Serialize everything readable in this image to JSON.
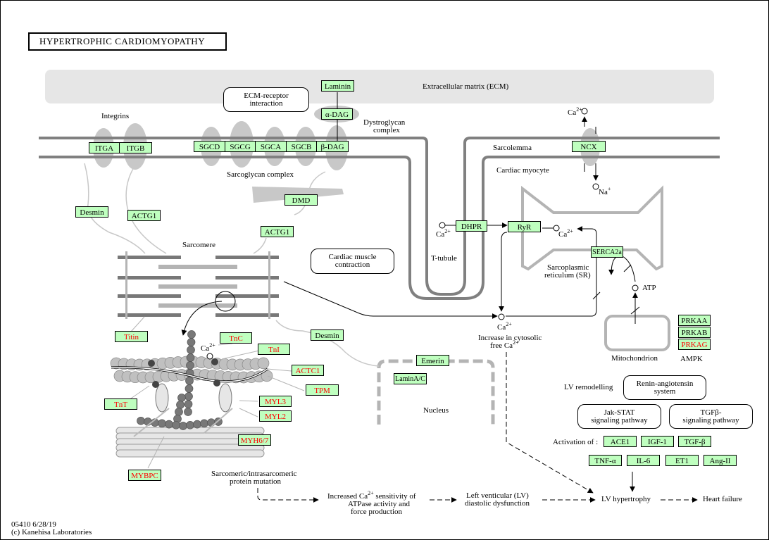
{
  "title": "HYPERTROPHIC CARDIOMYOPATHY",
  "footer": {
    "map_id": "05410 6/28/19",
    "copyright": "(c) Kanehisa Laboratories"
  },
  "compartments": {
    "ecm": "Extracellular matrix (ECM)",
    "integrins": "Integrins",
    "dystroglycan_line1": "Dystroglycan",
    "dystroglycan_line2": "complex",
    "sarcoglycan": "Sarcoglycan complex",
    "sarcolemma": "Sarcolemma",
    "cardiac_myocyte": "Cardiac myocyte",
    "sarcomere": "Sarcomere",
    "t_tubule": "T-tubule",
    "sr_line1": "Sarcoplasmic",
    "sr_line2": "reticulum (SR)",
    "mitochondrion": "Mitochondrion",
    "ampk": "AMPK",
    "nucleus": "Nucleus"
  },
  "maps": {
    "ecm_receptor": [
      "ECM-receptor",
      "interaction"
    ],
    "cardiac_muscle": [
      "Cardiac muscle",
      "contraction"
    ],
    "renin": [
      "Renin-angiotensin",
      "system"
    ],
    "jak_stat": [
      "Jak-STAT",
      "signaling pathway"
    ],
    "tgfb": [
      "TGFβ-",
      "signaling pathway"
    ]
  },
  "genes": {
    "laminin": "Laminin",
    "a_dag": "α-DAG",
    "itga": "ITGA",
    "itgb": "ITGB",
    "sgcd": "SGCD",
    "sgcg": "SGCG",
    "sgca": "SGCA",
    "sgcb": "SGCB",
    "b_dag": "β-DAG",
    "ncx": "NCX",
    "desmin1": "Desmin",
    "actg1_a": "ACTG1",
    "dmd": "DMD",
    "actg1_b": "ACTG1",
    "dhpr": "DHPR",
    "ryr": "RyR",
    "serca2a": "SERCA2a",
    "titin": "Titin",
    "tnc": "TnC",
    "tni": "TnI",
    "actc1": "ACTC1",
    "tpm": "TPM",
    "tnt": "TnT",
    "myl3": "MYL3",
    "myl2": "MYL2",
    "myh67": "MYH6/7",
    "mybpc": "MYBPC",
    "desmin2": "Desmin",
    "emerin": "Emerin",
    "laminac": "LaminA/C",
    "prkaa": "PRKAA",
    "prkab": "PRKAB",
    "prkag": "PRKAG",
    "ace1": "ACE1",
    "igf1": "IGF-1",
    "tgfb": "TGF-β",
    "tnfa": "TNF-α",
    "il6": "IL-6",
    "et1": "ET1",
    "angii": "Ang-II"
  },
  "compounds": {
    "ca": "Ca",
    "ca_charge": "2+",
    "na": "Na",
    "na_charge": "+",
    "atp": "ATP"
  },
  "labels": {
    "cytosolic_line1": "Increase in cytosolic",
    "cytosolic_line2": "free Ca",
    "lv_remodelling": "LV remodelling",
    "activation_of": "Activation of :",
    "mutation_line1": "Sarcomeric/intrasarcomeric",
    "mutation_line2": "protein mutation",
    "sensitivity_line1a": "Increased Ca",
    "sensitivity_line1b": " sensitivity of",
    "sensitivity_line2": "ATPase activity and",
    "sensitivity_line3": "force production",
    "lv_dys_line1": "Left venticular (LV)",
    "lv_dys_line2": "diastolic dysfunction",
    "lv_hypertrophy": "LV hypertrophy",
    "heart_failure": "Heart failure"
  },
  "colors": {
    "gene_fill": "#bfffbf",
    "mutated_text": "#ff0000",
    "membrane": "#808080",
    "light_structure": "#c8c8c8",
    "ecm_fill": "#e6e6e6"
  }
}
